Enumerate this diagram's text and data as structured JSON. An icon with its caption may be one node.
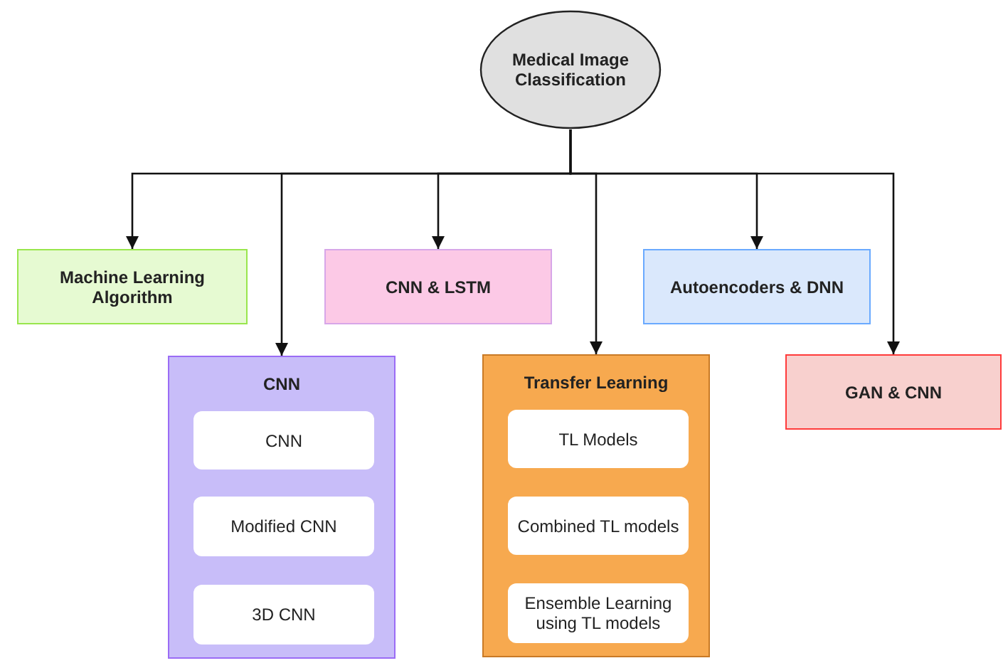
{
  "diagram": {
    "nodes": [
      {
        "text": [
          "Medical Image Classification"
        ]
      },
      {
        "text": [
          "Machine Learning Algorithm"
        ]
      },
      {
        "text": [
          "CNN & LSTM"
        ]
      },
      {
        "text": [
          "Autoencoders & DNN"
        ]
      },
      {
        "text": [
          "CNN"
        ]
      },
      {
        "text": [
          "CNN"
        ],
        "in": 4
      },
      {
        "text": [
          "Modified CNN"
        ],
        "in": 4
      },
      {
        "text": [
          "3D CNN"
        ],
        "in": 4
      },
      {
        "text": [
          "Transfer Learning"
        ]
      },
      {
        "text": [
          "TL Models"
        ],
        "in": 8
      },
      {
        "text": [
          "Combined TL models"
        ],
        "in": 8
      },
      {
        "text": [
          "Ensemble Learning using TL models"
        ],
        "in": 8
      },
      {
        "text": [
          "GAN & CNN"
        ]
      }
    ],
    "edges": [
      {
        "from": 0,
        "to": 1,
        "arrow": "to"
      },
      {
        "from": 0,
        "to": 4,
        "arrow": "to"
      },
      {
        "from": 0,
        "to": 2,
        "arrow": "to"
      },
      {
        "from": 0,
        "to": 8,
        "arrow": "to"
      },
      {
        "from": 0,
        "to": 3,
        "arrow": "to"
      },
      {
        "from": 0,
        "to": 12,
        "arrow": "to"
      }
    ]
  }
}
